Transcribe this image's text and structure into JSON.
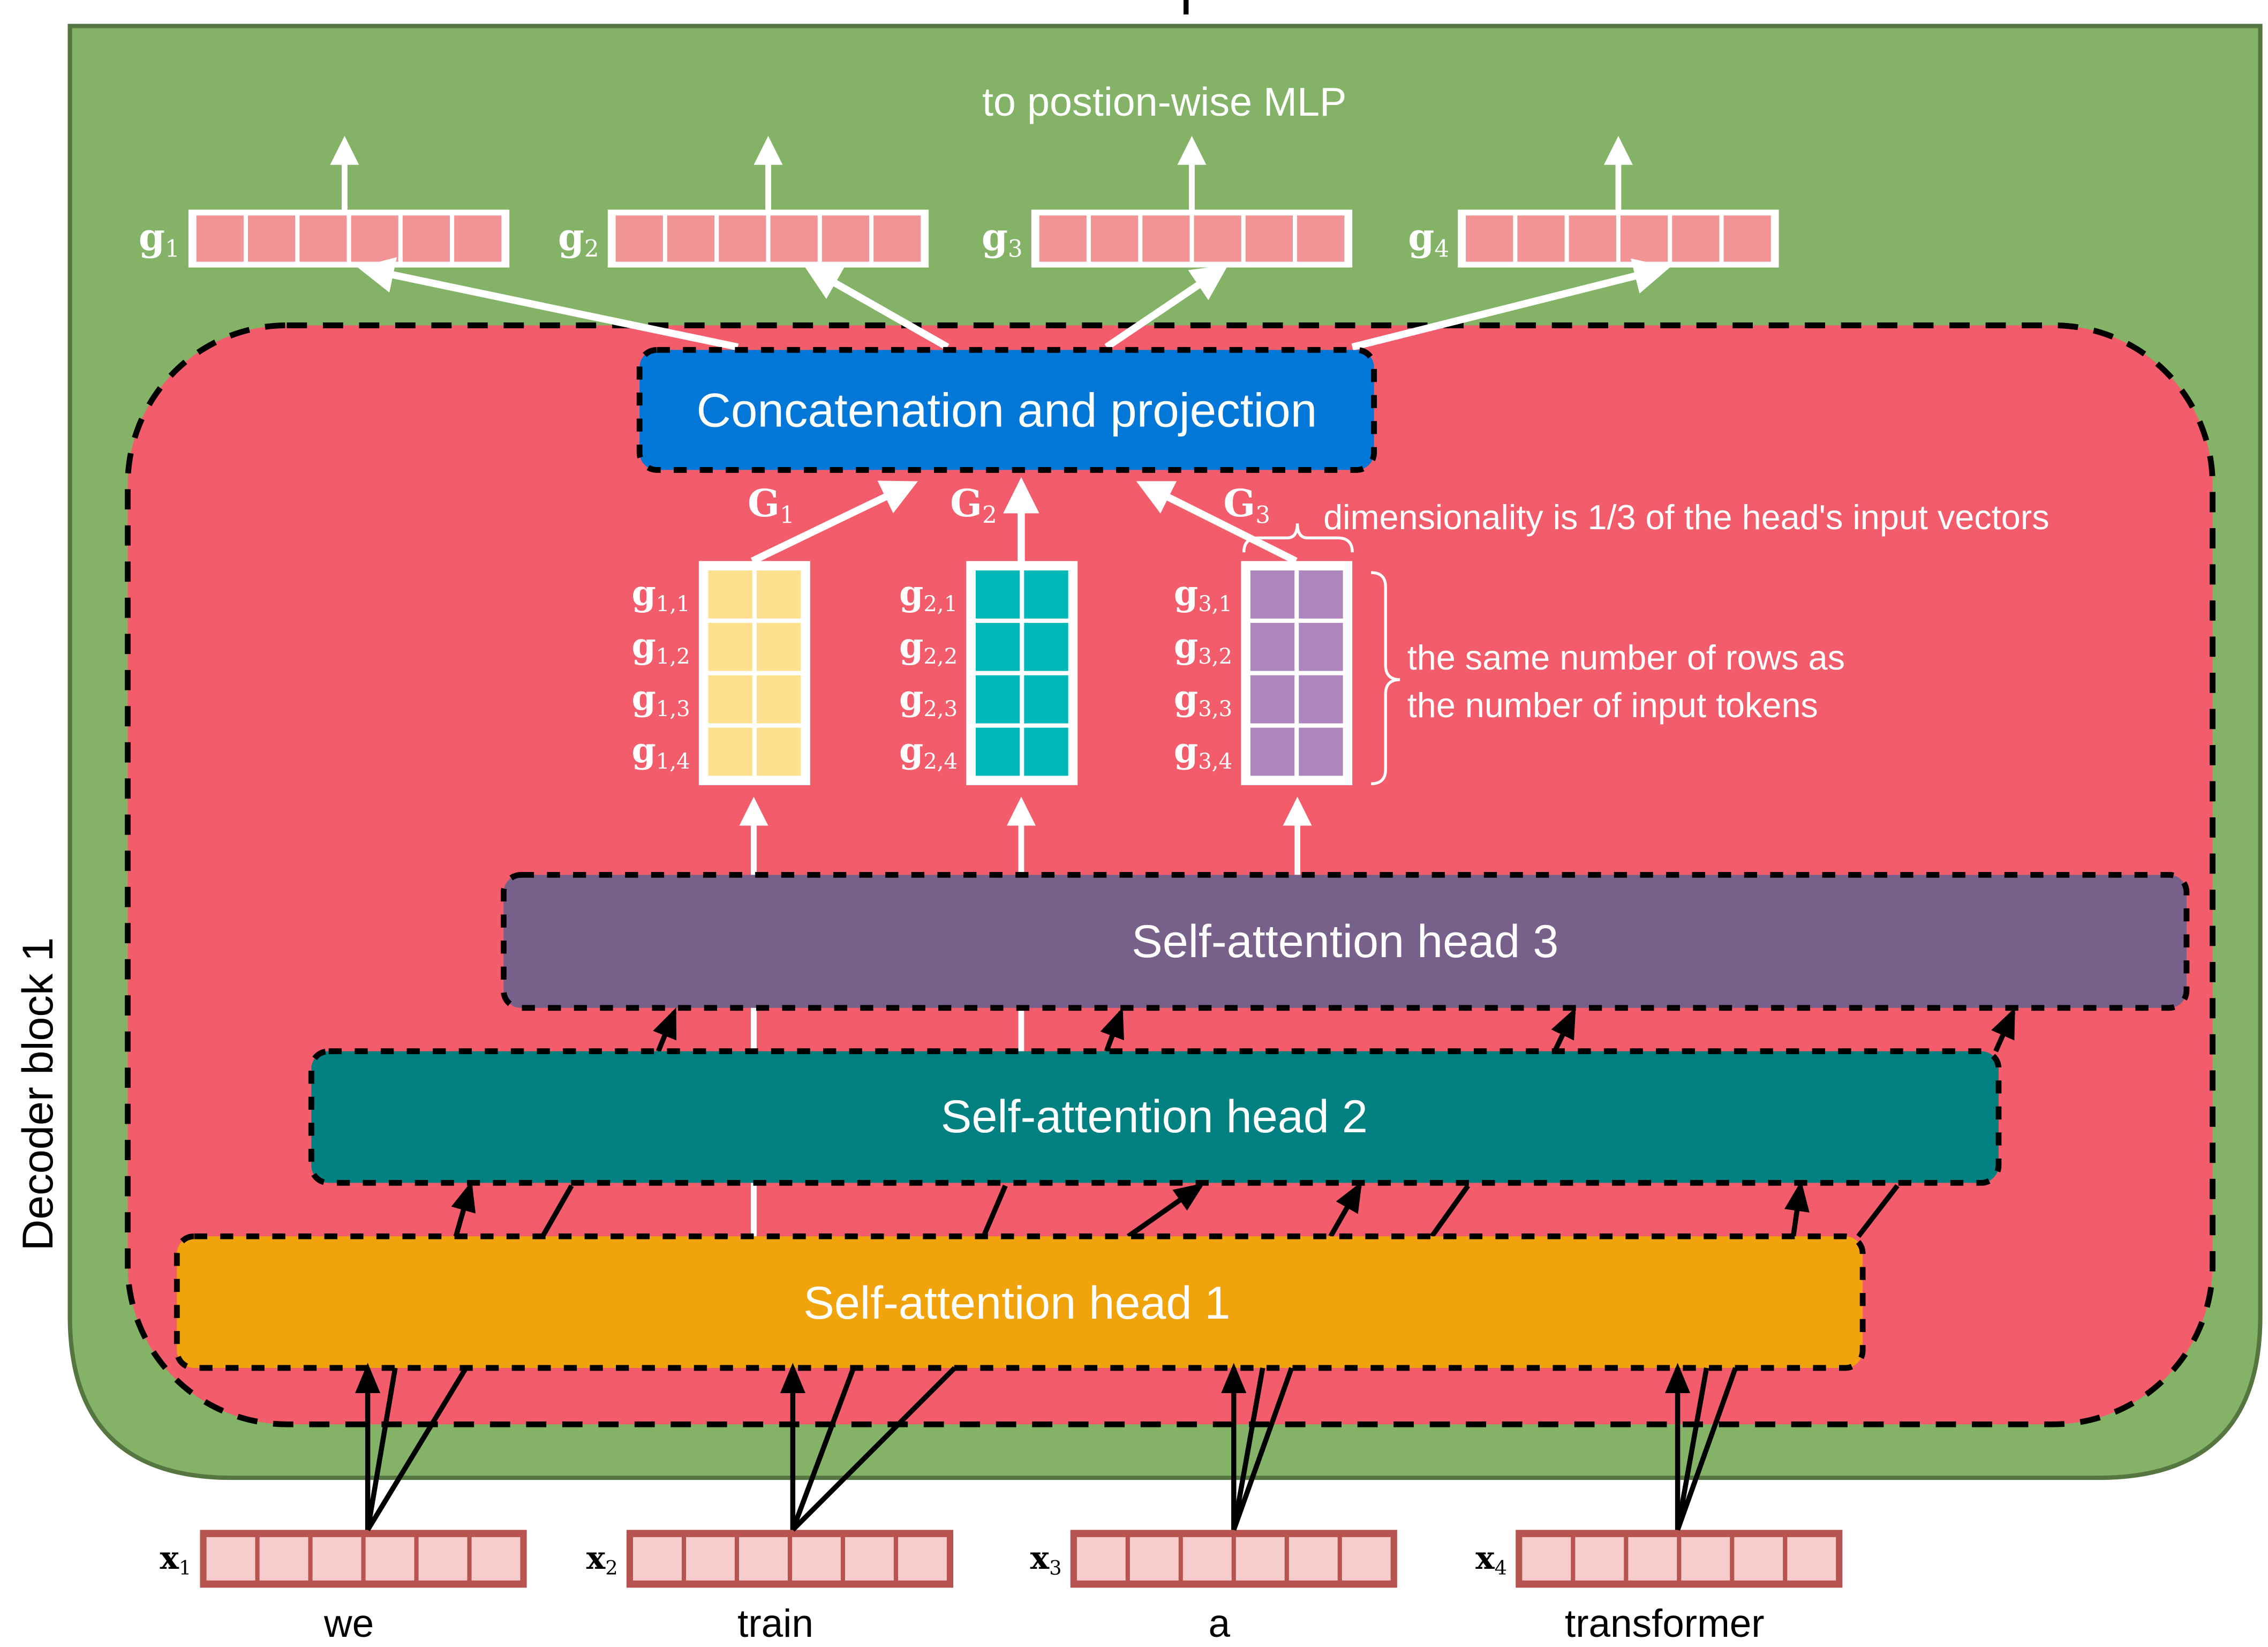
{
  "colors": {
    "decoder_block_fill": "#84b368",
    "decoder_block_stroke": "#557541",
    "attention_region_fill": "#f25c6b",
    "concat_fill": "#0277d7",
    "head3_fill": "#77618a",
    "head2_fill": "#008080",
    "head1_fill": "#f0a30a",
    "output_vector_cell": "#f29496",
    "input_vector_cell": "#f7cccc",
    "input_vector_frame": "#b85450",
    "g1_matrix_cell": "#ffe08f",
    "g2_matrix_cell": "#00b8b8",
    "g3_matrix_cell": "#ae86bf"
  },
  "decoder_block": {
    "label": "Decoder block 1"
  },
  "top_label": "to postion-wise MLP",
  "output_vectors": [
    {
      "label": "g",
      "sub": "1",
      "cells": 6
    },
    {
      "label": "g",
      "sub": "2",
      "cells": 6
    },
    {
      "label": "g",
      "sub": "3",
      "cells": 6
    },
    {
      "label": "g",
      "sub": "4",
      "cells": 6
    }
  ],
  "concat_box": {
    "label": "Concatenation and projection"
  },
  "head_outputs": [
    {
      "label": "G",
      "sub": "1",
      "rows": [
        "1,1",
        "1,2",
        "1,3",
        "1,4"
      ],
      "cols": 2
    },
    {
      "label": "G",
      "sub": "2",
      "rows": [
        "2,1",
        "2,2",
        "2,3",
        "2,4"
      ],
      "cols": 2
    },
    {
      "label": "G",
      "sub": "3",
      "rows": [
        "3,1",
        "3,2",
        "3,3",
        "3,4"
      ],
      "cols": 2
    }
  ],
  "row_label_prefix": "g",
  "annotations": {
    "dimensionality": "dimensionality is 1/3 of the head's input vectors",
    "rows_line1": "the same number of rows as",
    "rows_line2": "the number of input tokens"
  },
  "heads": [
    {
      "label": "Self-attention head 1"
    },
    {
      "label": "Self-attention head 2"
    },
    {
      "label": "Self-attention head 3"
    }
  ],
  "inputs": [
    {
      "label": "x",
      "sub": "1",
      "word": "we",
      "cells": 6
    },
    {
      "label": "x",
      "sub": "2",
      "word": "train",
      "cells": 6
    },
    {
      "label": "x",
      "sub": "3",
      "word": "a",
      "cells": 6
    },
    {
      "label": "x",
      "sub": "4",
      "word": "transformer",
      "cells": 6
    }
  ]
}
